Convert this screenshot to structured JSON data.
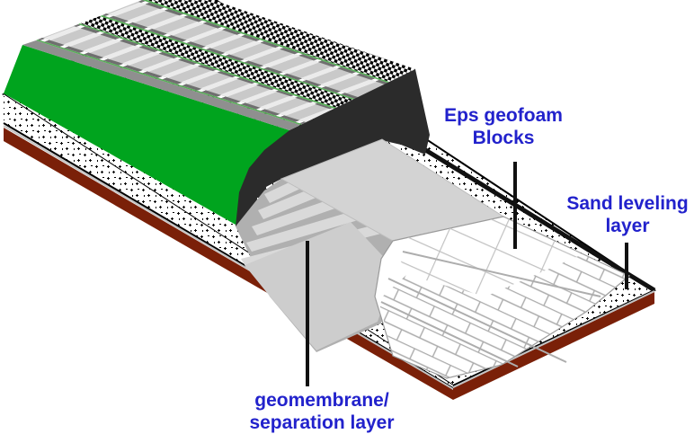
{
  "labels": {
    "eps_geofoam": {
      "line1": "Eps geofoam",
      "line2": "Blocks"
    },
    "sand_leveling": {
      "line1": "Sand leveling",
      "line2": "layer"
    },
    "geomembrane": {
      "line1": "geomembrane/",
      "line2": "separation layer"
    }
  },
  "colors": {
    "label_text": "#2222CC",
    "grass_green": "#00A41E",
    "deck_green_edge": "#58AE58",
    "membrane_dark": "#2B2B2B",
    "base_maroon": "#7A2008",
    "geofoam_white": "#FFFFFF",
    "geofoam_top_gray": "#D3D3D3",
    "leader_line": "#111111"
  }
}
